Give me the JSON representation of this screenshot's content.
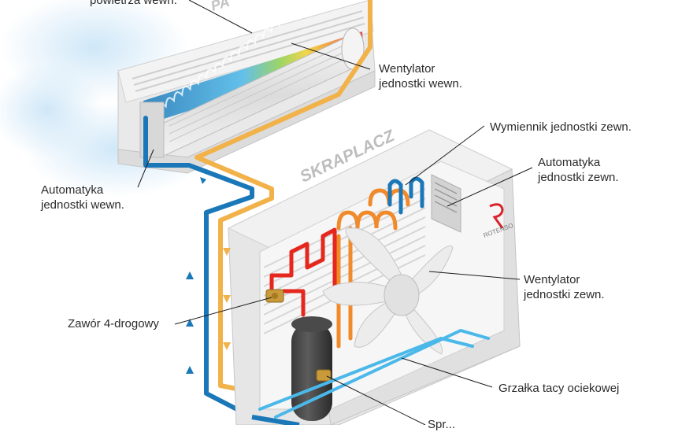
{
  "labels": {
    "indoor_air_temp": "powietrza wewn.",
    "indoor_unit_title": "PA",
    "indoor_fan_line1": "Wentylator",
    "indoor_fan_line2": "jednostki wewn.",
    "indoor_auto_line1": "Automatyka",
    "indoor_auto_line2": "jednostki wewn.",
    "outdoor_unit_title": "SKRAPLACZ",
    "outdoor_hx": "Wymiennik jednostki zewn.",
    "outdoor_auto_line1": "Automatyka",
    "outdoor_auto_line2": "jednostki zewn.",
    "outdoor_fan_line1": "Wentylator",
    "outdoor_fan_line2": "jednostki zewn.",
    "valve": "Zawór 4-drogowy",
    "drip_heater": "Grzałka tacy ociekowej",
    "compressor_partial": "Spr...",
    "brand": "ROTENSO"
  },
  "colors": {
    "cold_pipe": "#1a78b8",
    "warm_pipe": "#f2b24a",
    "hot_pipe": "#e5271d",
    "orange_pipe": "#f08a2a",
    "light_pipe": "#4bb8ea",
    "unit_body": "#e6e6e6",
    "brand_red": "#d8232a"
  }
}
